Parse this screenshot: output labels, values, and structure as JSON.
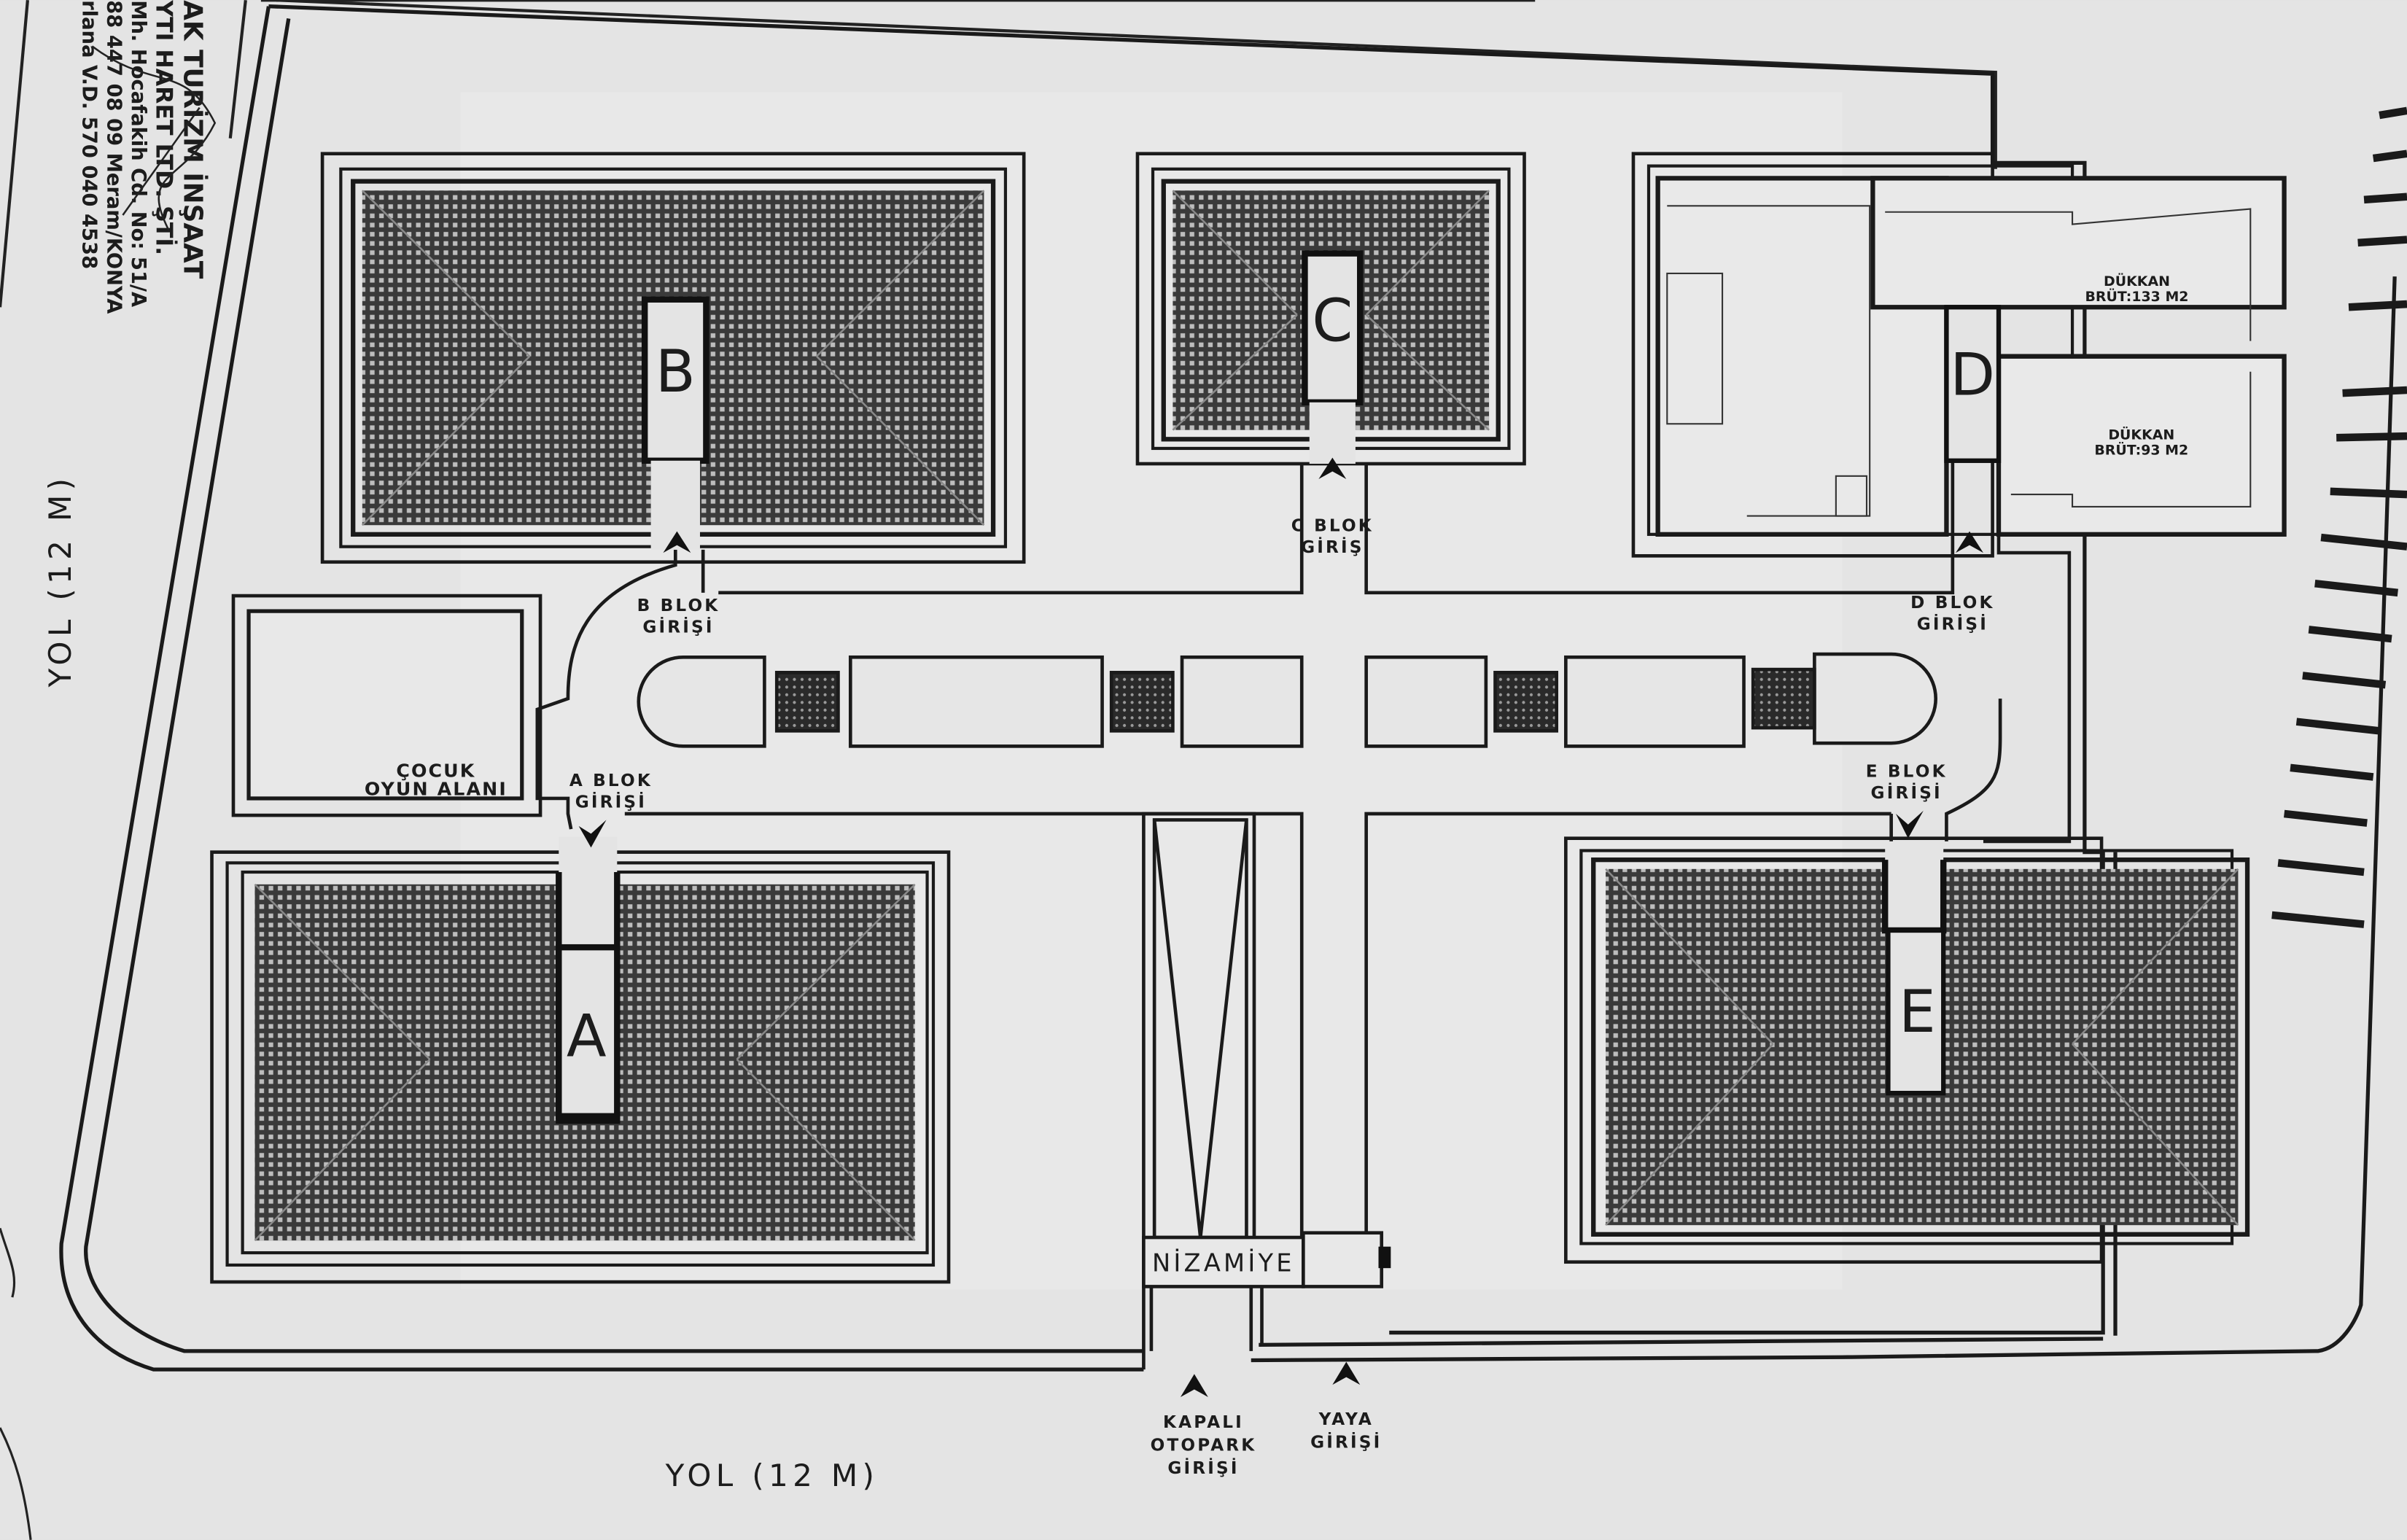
{
  "stamp": {
    "line1": "AK TURİZM İNŞAAT",
    "line2": "YTI HARET LTD. ŞTİ.",
    "line3": "Mh. Hocafakih Cd. No: 51/A",
    "line4": "88 447 08 09 Meram/KONYA",
    "line5": "rlana V.D. 570 040 4538"
  },
  "roads": {
    "left": "YOL (12 M)",
    "bottom": "YOL (12 M)"
  },
  "blocks": {
    "a": "A",
    "b": "B",
    "c": "C",
    "d": "D",
    "e": "E"
  },
  "entrances": {
    "a": [
      "A BLOK",
      "GİRİŞİ"
    ],
    "b": [
      "B BLOK",
      "GİRİŞİ"
    ],
    "c": [
      "C BLOK",
      "GİRİŞ"
    ],
    "d": [
      "D BLOK",
      "GİRİŞİ"
    ],
    "e": [
      "E BLOK",
      "GİRİŞİ"
    ]
  },
  "playground": [
    "ÇOCUK",
    "OYUN ALANI"
  ],
  "guard": "NİZAMİYE",
  "parking": [
    "KAPALI",
    "OTOPARK",
    "GİRİŞİ"
  ],
  "pedestrian": [
    "YAYA",
    "GİRİŞİ"
  ],
  "shops": {
    "top": [
      "DÜKKAN",
      "BRÜT:133 M2"
    ],
    "bottom": [
      "DÜKKAN",
      "BRÜT:93 M2"
    ]
  }
}
